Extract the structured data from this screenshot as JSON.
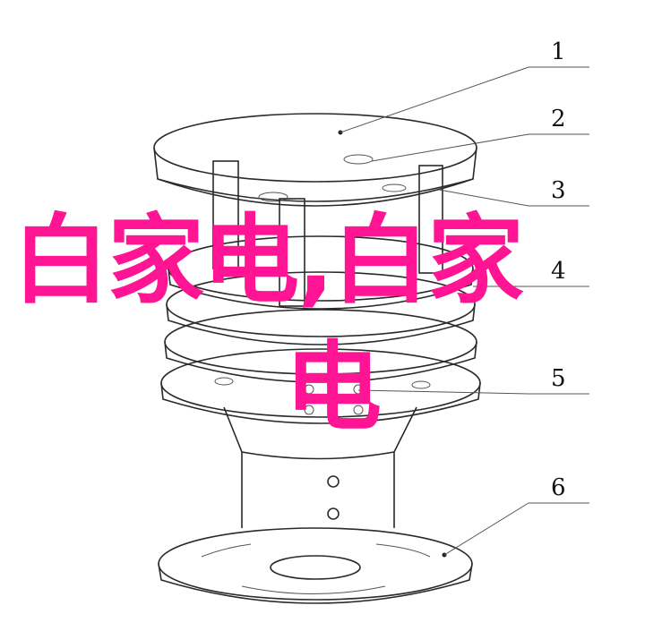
{
  "callouts": [
    {
      "number": "1"
    },
    {
      "number": "2"
    },
    {
      "number": "3"
    },
    {
      "number": "4"
    },
    {
      "number": "5"
    },
    {
      "number": "6"
    }
  ],
  "overlay_text": {
    "line1": "白家电,白家",
    "line2": "电"
  },
  "colors": {
    "overlay": "#ff1493",
    "line": "#2a2a2a",
    "background": "#ffffff"
  }
}
